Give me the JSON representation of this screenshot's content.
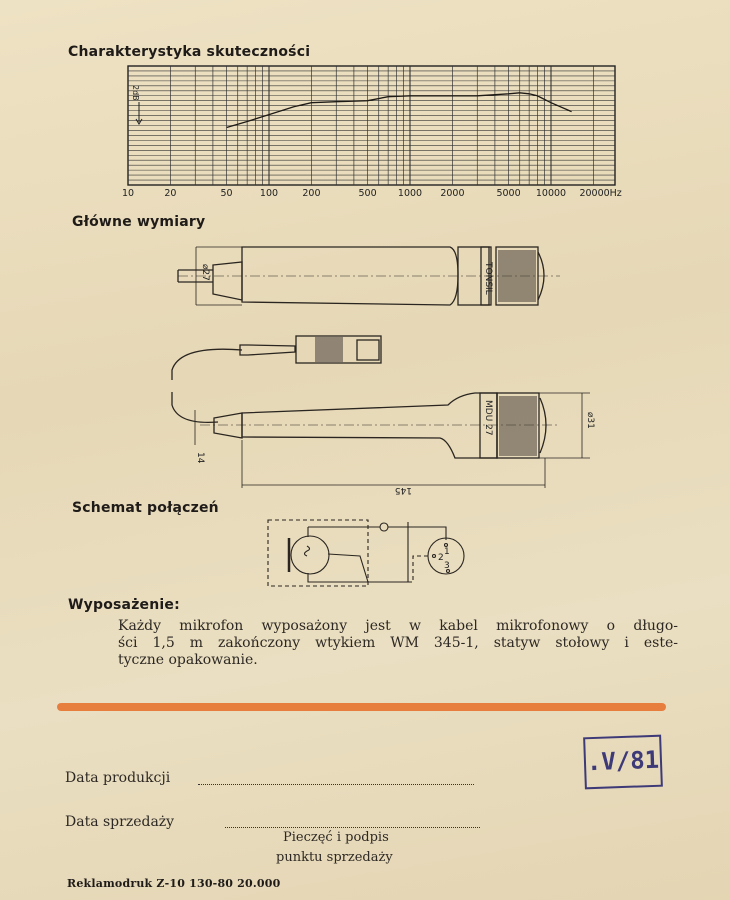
{
  "sections": {
    "response_title": "Charakterystyka skuteczności",
    "dimensions_title": "Główne wymiary",
    "wiring_title": "Schemat połączeń",
    "equipment_title": "Wyposażenie:"
  },
  "chart_data": {
    "type": "line",
    "title": "Charakterystyka skuteczności",
    "xscale": "log",
    "xlim": [
      10,
      20000
    ],
    "ylim": [
      -9,
      3
    ],
    "xlabel": "Hz",
    "ylabel": "2dB",
    "x_tick_labels": [
      "10",
      "20",
      "50",
      "100",
      "200",
      "500",
      "1000",
      "2000",
      "5000",
      "10000",
      "20000Hz"
    ],
    "x_ticks": [
      10,
      20,
      50,
      100,
      200,
      500,
      1000,
      2000,
      5000,
      10000,
      20000
    ],
    "grid": true,
    "series": [
      {
        "name": "response",
        "x": [
          50,
          70,
          100,
          150,
          200,
          300,
          500,
          700,
          1000,
          2000,
          3000,
          5000,
          6000,
          7000,
          8000,
          10000,
          14000
        ],
        "y": [
          -3.2,
          -2.6,
          -1.9,
          -1.1,
          -0.7,
          -0.6,
          -0.5,
          -0.1,
          0,
          0,
          0,
          0.2,
          0.3,
          0.2,
          0,
          -0.7,
          -1.6
        ]
      }
    ]
  },
  "drawing": {
    "brand_label": "TONSIL",
    "model_label": "MDU 27",
    "dim_diameter_small": "⌀27",
    "dim_diameter": "⌀31",
    "dim_height": "14",
    "dim_length": "145"
  },
  "wiring": {
    "pin1": "1",
    "pin2": "2",
    "pin3": "3"
  },
  "equipment": {
    "lines": [
      "Każdy mikrofon wyposażony jest w kabel mikrofonowy o długo-",
      "ści 1,5 m zakończony wtykiem WM 345-1, statyw stołowy i este-",
      "tyczne opakowanie."
    ]
  },
  "form": {
    "production_date_label": "Data produkcji",
    "sale_date_label": "Data sprzedaży",
    "stamp_note_1": "Pieczęć i podpis",
    "stamp_note_2": "punktu sprzedaży",
    "stamp_text": ".V/81"
  },
  "colors": {
    "accent_bar": "#e87e3e",
    "stamp_ink": "#3e3a78"
  },
  "footer": "Reklamodruk Z-10 130-80 20.000"
}
